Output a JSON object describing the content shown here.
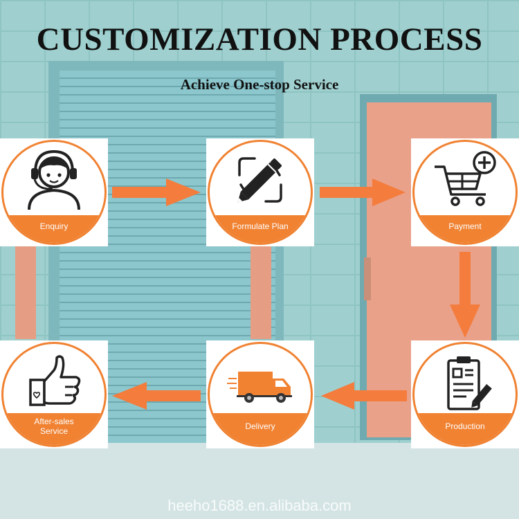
{
  "header": {
    "title": "CUSTOMIZATION PROCESS",
    "subtitle": "Achieve One-stop Service"
  },
  "steps": [
    {
      "label": "Enquiry",
      "icon": "customer-service-headset-icon"
    },
    {
      "label": "Formulate Plan",
      "icon": "pencil-edit-icon"
    },
    {
      "label": "Payment",
      "icon": "shopping-cart-add-icon"
    },
    {
      "label": "Production",
      "icon": "clipboard-document-icon"
    },
    {
      "label": "Delivery",
      "icon": "delivery-truck-icon"
    },
    {
      "label": "After-sales Service",
      "label_line1": "After-sales",
      "label_line2": "Service",
      "icon": "thumbs-up-icon"
    }
  ],
  "watermark": "heeho1688.en.alibaba.com",
  "colors": {
    "accent": "#f08232",
    "arrow": "#f47c3c",
    "title": "#111111"
  }
}
